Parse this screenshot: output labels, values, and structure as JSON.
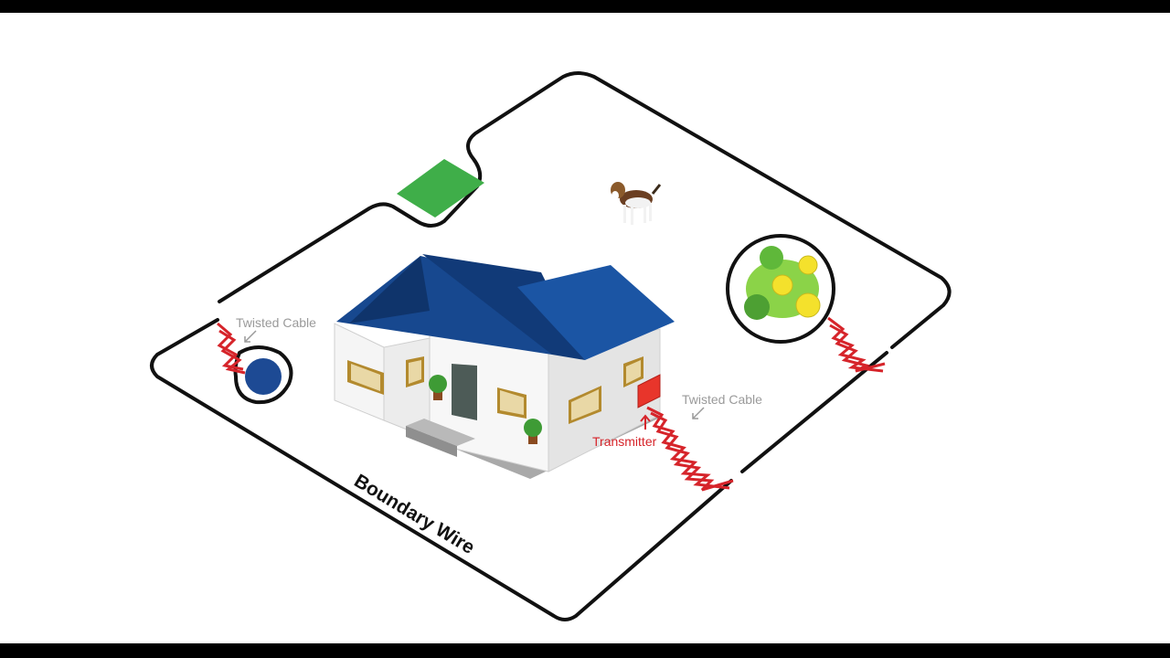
{
  "labels": {
    "twisted_cable_left": "Twisted Cable",
    "twisted_cable_right": "Twisted Cable",
    "transmitter": "Transmitter",
    "boundary_wire": "Boundary Wire"
  },
  "colors": {
    "boundary": "#111111",
    "twisted_cable": "#d6242a",
    "transmitter": "#e8352b",
    "roof": "#17488f",
    "pool": "#1d4a94",
    "lawn": "#3fae49",
    "garden": "#8bd348",
    "flowers": "#f4e12c"
  },
  "icons": {
    "dog": "beagle-dog-icon",
    "plants": "potted-plant-icon"
  }
}
